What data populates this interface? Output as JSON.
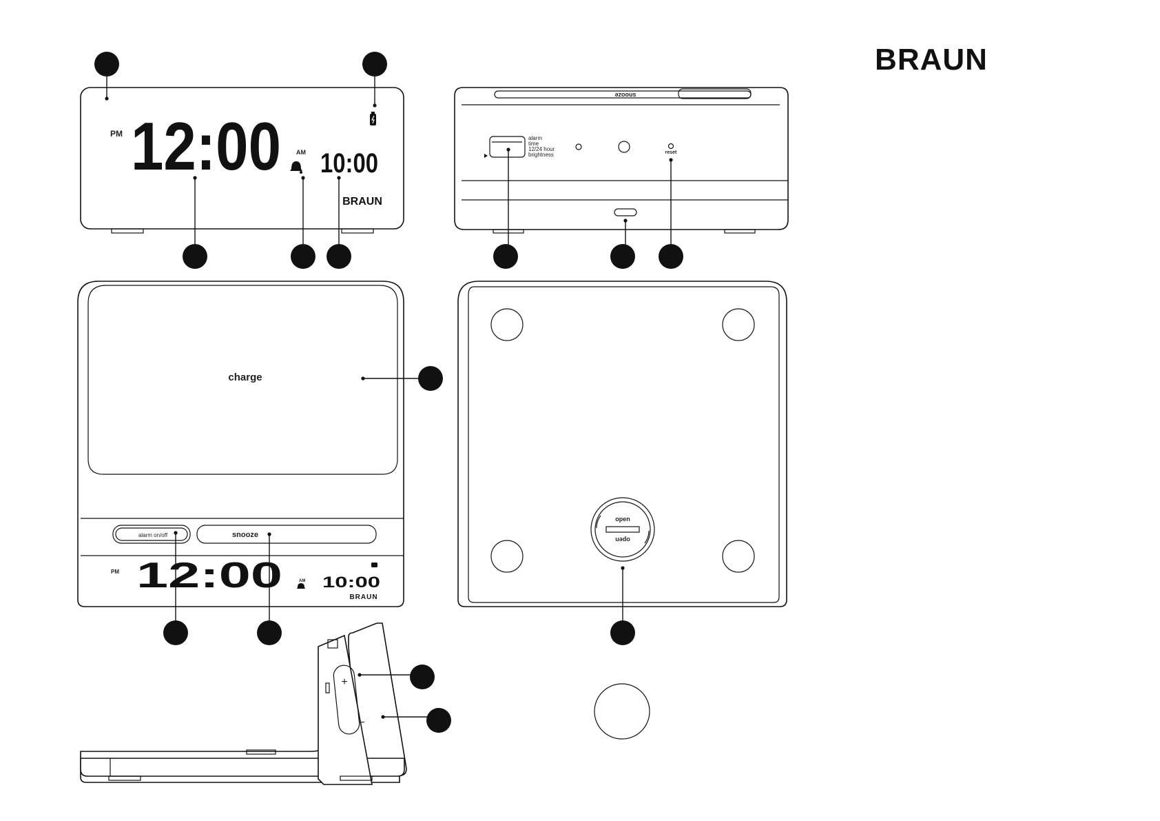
{
  "brand": {
    "logo_text": "BRAUN"
  },
  "front_view": {
    "display_main_time": "12:00",
    "display_pm": "PM",
    "display_am": "AM",
    "display_alarm_time": "10:00",
    "logo_text": "BRAUN"
  },
  "back_view": {
    "top_button_label": "snooze",
    "side_labels": [
      "alarm",
      "time",
      "12/24 hour",
      "brightness"
    ],
    "reset_label": "reset"
  },
  "top_view": {
    "charge_label": "charge",
    "alarm_button_label": "alarm on/off",
    "snooze_label": "snooze",
    "display_main_time": "12:00",
    "display_pm": "PM",
    "display_am": "AM",
    "display_alarm_time": "10:00",
    "logo_text": "BRAUN"
  },
  "bottom_view": {
    "battery_cover_open": "open",
    "battery_cover_close": "open"
  },
  "side_view": {
    "plus_label": "+",
    "minus_label": "−"
  },
  "callouts": {
    "count": 16,
    "color": "#222222"
  }
}
